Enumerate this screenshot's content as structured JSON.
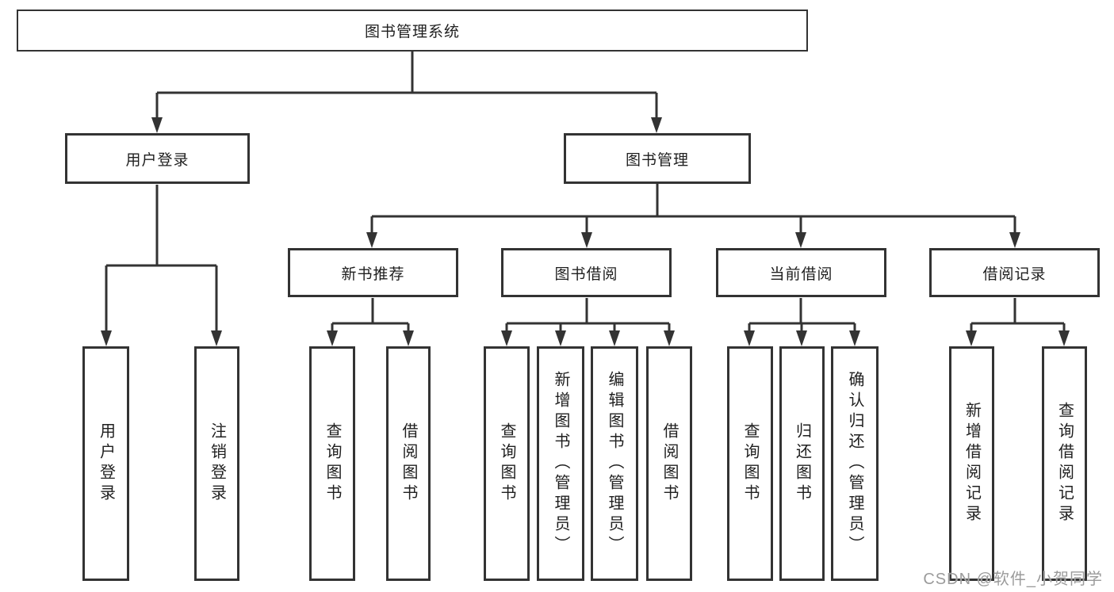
{
  "colors": {
    "line": "#333333",
    "box_border": "#333333",
    "box_fill": "#ffffff",
    "text": "#1f1f1f",
    "watermark": "#9b9b9b"
  },
  "diagram": {
    "root": {
      "label": "图书管理系统"
    },
    "level1": [
      {
        "label": "用户登录"
      },
      {
        "label": "图书管理"
      }
    ],
    "level2": [
      {
        "label": "新书推荐"
      },
      {
        "label": "图书借阅"
      },
      {
        "label": "当前借阅"
      },
      {
        "label": "借阅记录"
      }
    ],
    "leaves": {
      "user_login": [
        {
          "label": "用户登录"
        },
        {
          "label": "注销登录"
        }
      ],
      "new_book_recommend": [
        {
          "label": "查询图书"
        },
        {
          "label": "借阅图书"
        }
      ],
      "book_borrowing": [
        {
          "label": "查询图书"
        },
        {
          "label": "新增图书（管理员）"
        },
        {
          "label": "编辑图书（管理员）"
        },
        {
          "label": "借阅图书"
        }
      ],
      "current_borrowing": [
        {
          "label": "查询图书"
        },
        {
          "label": "归还图书"
        },
        {
          "label": "确认归还（管理员）"
        }
      ],
      "borrowing_records": [
        {
          "label": "新增借阅记录"
        },
        {
          "label": "查询借阅记录"
        }
      ]
    }
  },
  "watermark": {
    "text": "CSDN @软件_小贺同学"
  }
}
